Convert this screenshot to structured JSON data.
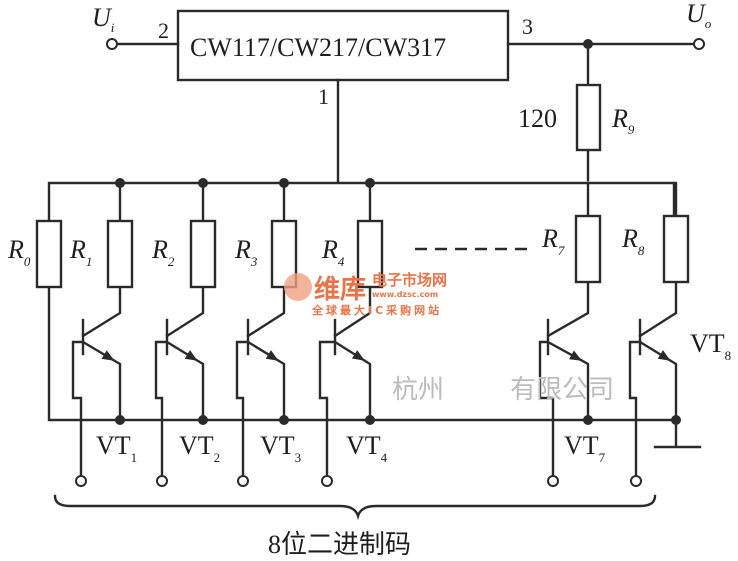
{
  "regulator": {
    "label": "CW117/CW217/CW317",
    "pin_in": "2",
    "pin_out": "3",
    "pin_adj": "1"
  },
  "input_label": {
    "main": "U",
    "sub": "i"
  },
  "output_label": {
    "main": "U",
    "sub": "o"
  },
  "r9": {
    "value": "120",
    "main": "R",
    "sub": "9"
  },
  "resistors": [
    {
      "main": "R",
      "sub": "0"
    },
    {
      "main": "R",
      "sub": "1"
    },
    {
      "main": "R",
      "sub": "2"
    },
    {
      "main": "R",
      "sub": "3"
    },
    {
      "main": "R",
      "sub": "4"
    },
    {
      "main": "R",
      "sub": "7"
    },
    {
      "main": "R",
      "sub": "8"
    }
  ],
  "transistors": [
    {
      "main": "VT",
      "sub": "1"
    },
    {
      "main": "VT",
      "sub": "2"
    },
    {
      "main": "VT",
      "sub": "3"
    },
    {
      "main": "VT",
      "sub": "4"
    },
    {
      "main": "VT",
      "sub": "7"
    },
    {
      "main": "VT",
      "sub": "8"
    }
  ],
  "caption": "8位二进制码",
  "watermark": {
    "company": "杭州        有限公司",
    "logo": "维库",
    "site_name": "电子市场网",
    "url": "www.dzsc.com",
    "slogan": "全球最大IC采购网站"
  }
}
